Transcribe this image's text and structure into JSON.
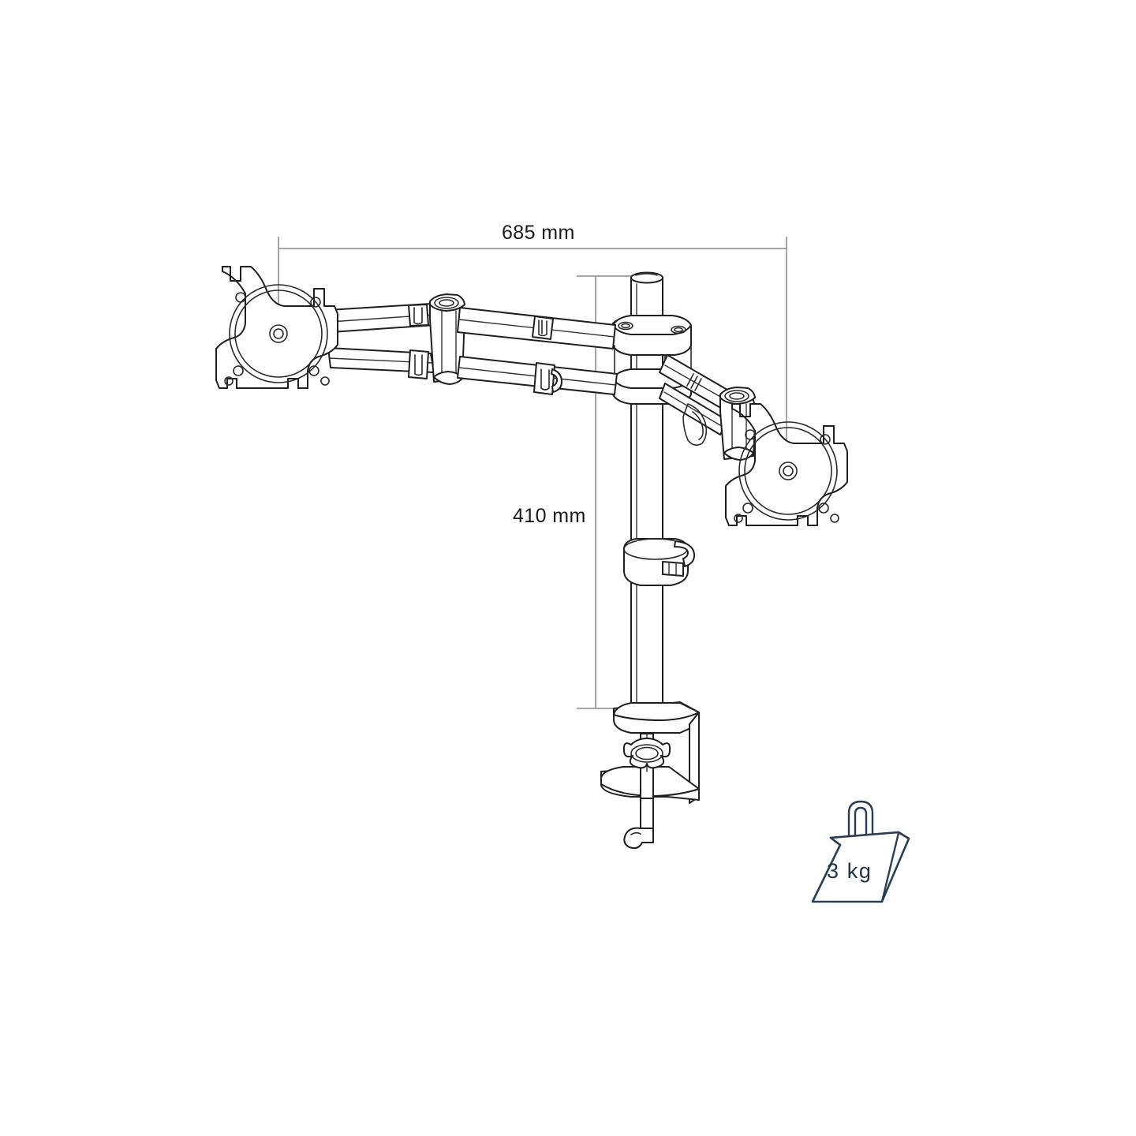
{
  "drawing": {
    "title": "Dual Monitor Desk Mount - Dimensioned Technical Drawing",
    "background_color": "#ffffff",
    "line_color": "#1f1f1f",
    "dimension_line_color": "#8a8a8a",
    "accent_color": "#2b3d4f"
  },
  "dimensions": {
    "width": {
      "value": "685 mm",
      "orientation": "horizontal",
      "description": "Overall horizontal span from left monitor plate centre to right extension line"
    },
    "height": {
      "value": "410 mm",
      "orientation": "vertical",
      "description": "Pole height from desk clamp top surface to top of arm hub"
    }
  },
  "weight_badge": {
    "value": "3 kg",
    "icon": "weight-block-icon",
    "description": "Maximum load capacity per monitor arm"
  },
  "parts": {
    "left_vesa_plate": "left-monitor-vesa-plate",
    "right_vesa_plate": "right-monitor-vesa-plate",
    "left_arm": "left-articulating-arm",
    "right_arm": "right-articulating-arm",
    "center_pole": "center-support-pole",
    "pole_hub": "dual-arm-pole-hub",
    "cable_clip": "pole-cable-management-clip",
    "desk_clamp": "c-clamp-desk-mount",
    "clamp_screw": "clamp-tightening-screw"
  }
}
